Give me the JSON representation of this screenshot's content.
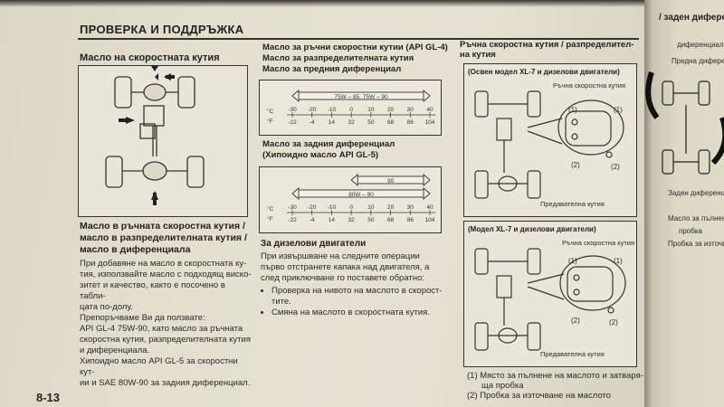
{
  "header": {
    "title": "ПРОВЕРКА И ПОДДРЪЖКА"
  },
  "left": {
    "title": "Масло на скоростната кутия",
    "subtitle_lines": [
      "Масло в ръчната скоростна кутия /",
      "масло в разпределителната кутия /",
      "масло в диференциала"
    ],
    "body_lines": [
      "При добавяне на масло в скоростната ку-",
      "тия, използвайте масло с подходящ виско-",
      "зитет и качество, както е посочено в табли-",
      "цата по-долу.",
      "Препоръчваме Ви да ползвате:",
      "API GL-4 75W-90, като масло за ръчната",
      "скоростна кутия, разпределителната кутия",
      "и диференциала.",
      "Хипоидно масло API GL-5 за скоростни кут-",
      "ии и SAE 80W-90 за задния диференциал."
    ],
    "page_number": "8-13"
  },
  "middle": {
    "chart1_title_lines": [
      "Масло за ръчни скоростни кутии (API GL-4)",
      "Масло за разпределителната кутия",
      "Масло за предния диференциал"
    ],
    "chart2_title_lines": [
      "Масло за задния диференциал",
      "(Хипоидно масло API GL-5)"
    ],
    "diesel_title": "За дизелови двигатели",
    "diesel_body_lines": [
      "При извършване на следните операции",
      "първо отстранете капака над двигателя, а",
      "след приключване го поставете обратно:"
    ],
    "bullets": [
      "Проверка на нивото на маслото в скорост-",
      "тите.",
      "Смяна на маслото в скоростната кутия."
    ]
  },
  "chart_data": [
    {
      "type": "table",
      "axis_units": [
        "°C",
        "°F"
      ],
      "celsius_ticks": [
        "-30",
        "-20",
        "-10",
        "0",
        "10",
        "20",
        "30",
        "40"
      ],
      "fahrenheit_ticks": [
        "-22",
        "-4",
        "14",
        "32",
        "50",
        "68",
        "86",
        "104"
      ],
      "bars": [
        {
          "label": "75W – 85, 75W – 90",
          "from_c": -30,
          "to_c": 40
        }
      ]
    },
    {
      "type": "table",
      "axis_units": [
        "°C",
        "°F"
      ],
      "celsius_ticks": [
        "-30",
        "-20",
        "-10",
        "0",
        "10",
        "20",
        "30",
        "40"
      ],
      "fahrenheit_ticks": [
        "-22",
        "-4",
        "14",
        "32",
        "50",
        "68",
        "86",
        "104"
      ],
      "bars": [
        {
          "label": "90",
          "from_c": 0,
          "to_c": 40
        },
        {
          "label": "80W – 90",
          "from_c": -30,
          "to_c": 40
        }
      ]
    }
  ],
  "right": {
    "title_lines": [
      "Ръчна скоростна кутия / разпределител-",
      "на кутия"
    ],
    "box1_caption": "(Освен модел XL-7 и дизелови двигатели)",
    "box2_caption": "(Модел XL-7 и дизелови двигатели)",
    "label_gearbox": "Ръчна скоростна кутия",
    "label_transfer": "Предавателна кутия",
    "marker1": "(1)",
    "marker2": "(2)",
    "footnotes": [
      "(1) Място за пълнене на маслото и затваря-",
      "ща пробка",
      "(2) Пробка за източване на маслото"
    ]
  },
  "far_right": {
    "title_fragment": "/ заден дифере",
    "lines": [
      "диференциал",
      "Предна дифере",
      "Заден диференц",
      "Масло за пълнене",
      "пробка",
      "Пробка за източва"
    ]
  }
}
